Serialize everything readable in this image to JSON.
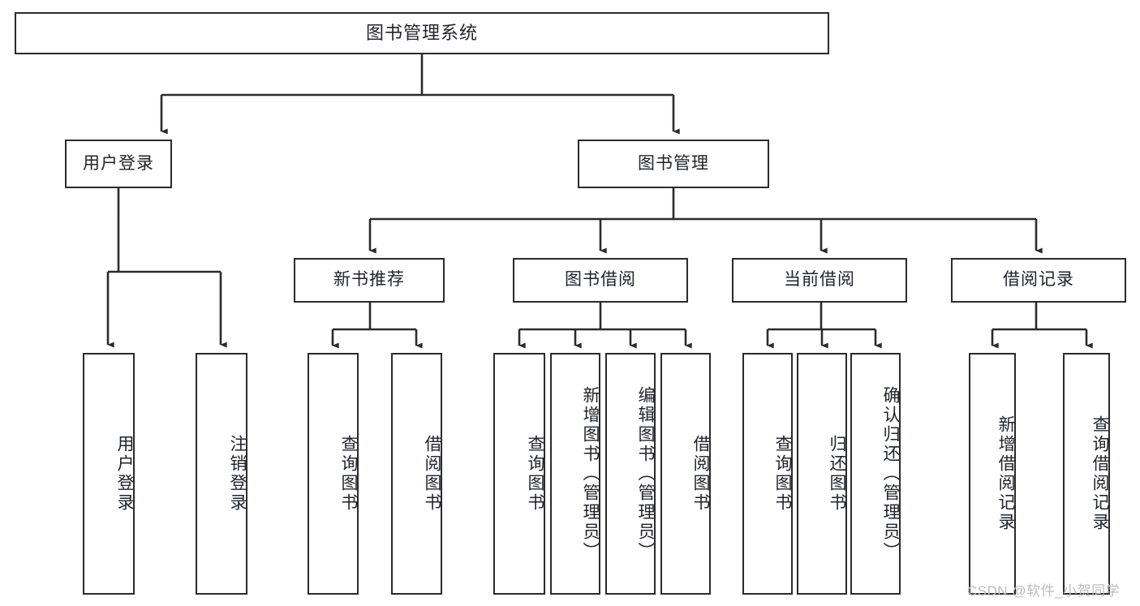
{
  "diagram": {
    "title": "图书管理系统",
    "type": "hierarchy-tree",
    "levels": 4,
    "colors": {
      "box_border": "#2b2b2b",
      "box_fill": "#ffffff",
      "edge": "#2b2b2b",
      "text": "#20242a",
      "watermark": "#b9bcc0",
      "background": "#ffffff"
    }
  },
  "nodes": {
    "root": {
      "label": "图书管理系统",
      "orientation": "horizontal"
    },
    "level2": [
      {
        "id": "user-login",
        "label": "用户登录",
        "orientation": "horizontal"
      },
      {
        "id": "book-management",
        "label": "图书管理",
        "orientation": "horizontal"
      }
    ],
    "level3": [
      {
        "id": "new-book-recommend",
        "label": "新书推荐",
        "orientation": "horizontal"
      },
      {
        "id": "book-borrow",
        "label": "图书借阅",
        "orientation": "horizontal"
      },
      {
        "id": "current-borrow",
        "label": "当前借阅",
        "orientation": "horizontal"
      },
      {
        "id": "borrow-record",
        "label": "借阅记录",
        "orientation": "horizontal"
      }
    ],
    "leaves": [
      {
        "id": "leaf-user-login",
        "label": "用户登录",
        "parent": "user-login",
        "orientation": "vertical"
      },
      {
        "id": "leaf-logout",
        "label": "注销登录",
        "parent": "user-login",
        "orientation": "vertical"
      },
      {
        "id": "leaf-query-book-1",
        "label": "查询图书",
        "parent": "new-book-recommend",
        "orientation": "vertical"
      },
      {
        "id": "leaf-borrow-book-1",
        "label": "借阅图书",
        "parent": "new-book-recommend",
        "orientation": "vertical"
      },
      {
        "id": "leaf-query-book-2",
        "label": "查询图书",
        "parent": "book-borrow",
        "orientation": "vertical"
      },
      {
        "id": "leaf-add-book",
        "label": "新增图书（管理员）",
        "parent": "book-borrow",
        "orientation": "vertical"
      },
      {
        "id": "leaf-edit-book",
        "label": "编辑图书（管理员）",
        "parent": "book-borrow",
        "orientation": "vertical"
      },
      {
        "id": "leaf-borrow-book-2",
        "label": "借阅图书",
        "parent": "book-borrow",
        "orientation": "vertical"
      },
      {
        "id": "leaf-query-book-3",
        "label": "查询图书",
        "parent": "current-borrow",
        "orientation": "vertical"
      },
      {
        "id": "leaf-return-book",
        "label": "归还图书",
        "parent": "current-borrow",
        "orientation": "vertical"
      },
      {
        "id": "leaf-confirm-return",
        "label": "确认归还（管理员）",
        "parent": "current-borrow",
        "orientation": "vertical"
      },
      {
        "id": "leaf-add-record",
        "label": "新增借阅记录",
        "parent": "borrow-record",
        "orientation": "vertical"
      },
      {
        "id": "leaf-query-record",
        "label": "查询借阅记录",
        "parent": "borrow-record",
        "orientation": "vertical"
      }
    ]
  },
  "watermark": {
    "text": "CSDN @软件_小贺同学"
  }
}
